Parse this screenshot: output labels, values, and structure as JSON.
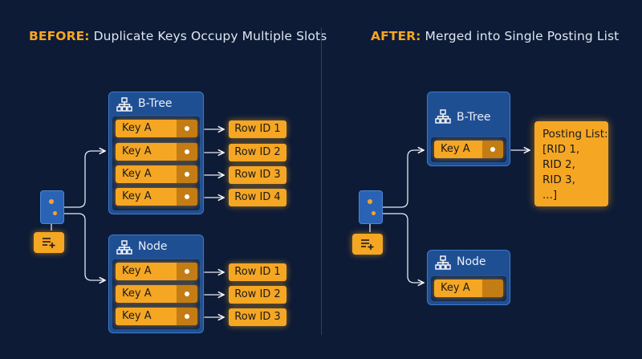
{
  "before": {
    "title_highlight": "BEFORE:",
    "title_text": "Duplicate Keys Occupy Multiple Slots",
    "btree": {
      "label": "B-Tree",
      "keys": [
        "Key A",
        "Key A",
        "Key A",
        "Key A"
      ],
      "rows": [
        "Row ID 1",
        "Row ID 2",
        "Row ID 3",
        "Row ID 4"
      ]
    },
    "node": {
      "label": "Node",
      "keys": [
        "Key A",
        "Key A",
        "Key A"
      ],
      "rows": [
        "Row ID 1",
        "Row ID 2",
        "Row ID 3"
      ]
    }
  },
  "after": {
    "title_highlight": "AFTER:",
    "title_text": "Merged into Single Posting List",
    "btree": {
      "label": "B-Tree",
      "key": "Key A"
    },
    "posting": {
      "lines": [
        "Posting List:",
        "[RID 1,",
        "RID 2,",
        "RID 3,",
        "...]"
      ]
    },
    "node": {
      "label": "Node",
      "key": "Key A"
    }
  },
  "icons": {
    "panel": "hierarchy-icon",
    "add": "list-add-icon"
  },
  "colors": {
    "background": "#0d1b36",
    "accent": "#f5a623",
    "panel": "#1f4f93",
    "panel_inner": "#12284f",
    "text": "#dfe6f1"
  }
}
